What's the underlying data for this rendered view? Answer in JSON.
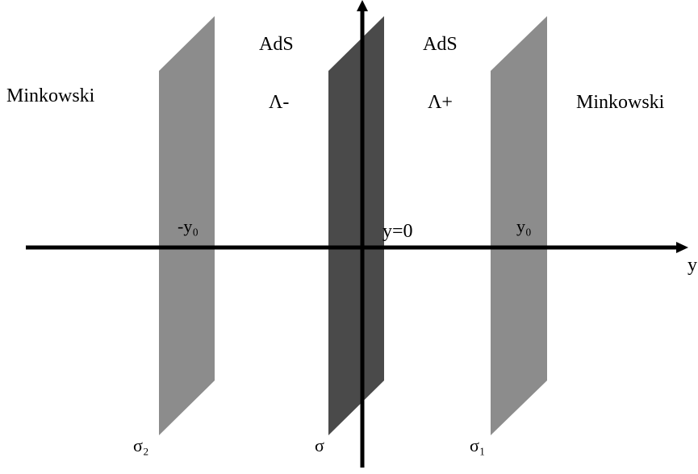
{
  "regions": {
    "left_outer": "Minkowski",
    "right_outer": "Minkowski",
    "left_inner_top": "AdS",
    "left_inner_lambda": "Λ-",
    "right_inner_top": "AdS",
    "right_inner_lambda": "Λ+"
  },
  "positions": {
    "left_brane": "-y₀",
    "center": "y=0",
    "right_brane": "y₀"
  },
  "axis": {
    "x_label": "y"
  },
  "branes": {
    "left": "σ₂",
    "center": "σ",
    "right": "σ₁"
  },
  "colors": {
    "outer_brane": "#8c8c8c",
    "center_brane": "#4a4a4a",
    "axis": "#000000"
  }
}
